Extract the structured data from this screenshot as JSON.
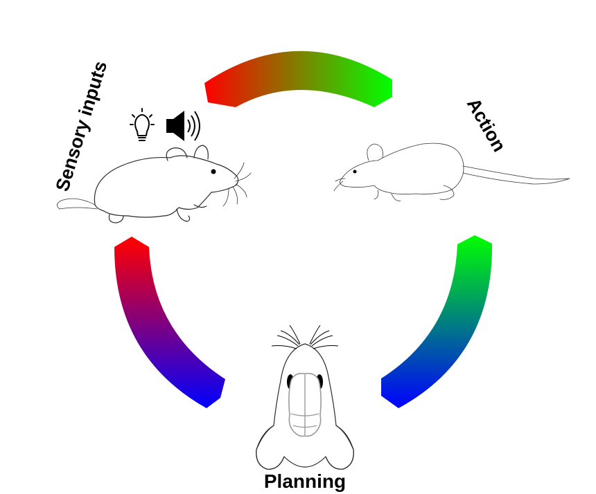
{
  "labels": {
    "sensory": "Sensory inputs",
    "action": "Action",
    "planning": "Planning"
  },
  "icons": {
    "light": "light-bulb-icon",
    "sound": "speaker-icon"
  },
  "colors": {
    "red": "#ff0000",
    "green": "#00ff00",
    "blue": "#0000ff"
  }
}
